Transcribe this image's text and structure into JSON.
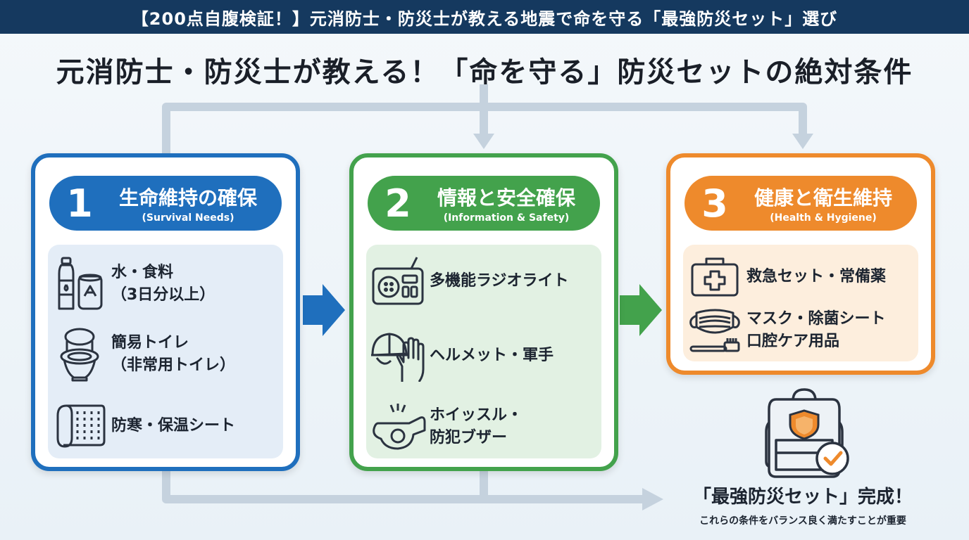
{
  "banner": {
    "text": "【200点自腹検証！】元消防士・防災士が教える地震で命を守る「最強防災セット」選び"
  },
  "title": "元消防士・防災士が教える！「命を守る」防災セットの絶対条件",
  "colors": {
    "blue": "#1f6fbd",
    "green": "#43a24c",
    "orange": "#ee8a2c",
    "navy": "#15395f",
    "connector": "#c5d2de"
  },
  "sections": [
    {
      "number": "1",
      "title": "生命維持の確保",
      "subtitle": "(Survival Needs)",
      "items": [
        {
          "icon": "water-bottle-can-icon",
          "lines": [
            "水・食料",
            "（3日分以上）"
          ]
        },
        {
          "icon": "toilet-icon",
          "lines": [
            "簡易トイレ",
            "（非常用トイレ）"
          ]
        },
        {
          "icon": "thermal-blanket-icon",
          "lines": [
            "防寒・保温シート"
          ]
        }
      ]
    },
    {
      "number": "2",
      "title": "情報と安全確保",
      "subtitle": "(Information & Safety)",
      "items": [
        {
          "icon": "radio-icon",
          "lines": [
            "多機能ラジオライト"
          ]
        },
        {
          "icon": "helmet-gloves-icon",
          "lines": [
            "ヘルメット・軍手"
          ]
        },
        {
          "icon": "whistle-icon",
          "lines": [
            "ホイッスル・",
            "防犯ブザー"
          ]
        }
      ]
    },
    {
      "number": "3",
      "title": "健康と衛生維持",
      "subtitle": "(Health & Hygiene)",
      "items": [
        {
          "icon": "first-aid-kit-icon",
          "lines": [
            "救急セット・常備薬"
          ]
        },
        {
          "icon": "mask-toothbrush-icon",
          "lines": [
            "マスク・除菌シート",
            "口腔ケア用品"
          ]
        }
      ]
    }
  ],
  "result": {
    "icon": "backpack-shield-check-icon",
    "title": "「最強防災セット」完成！",
    "note": "これらの条件をバランス良く満たすことが重要"
  }
}
